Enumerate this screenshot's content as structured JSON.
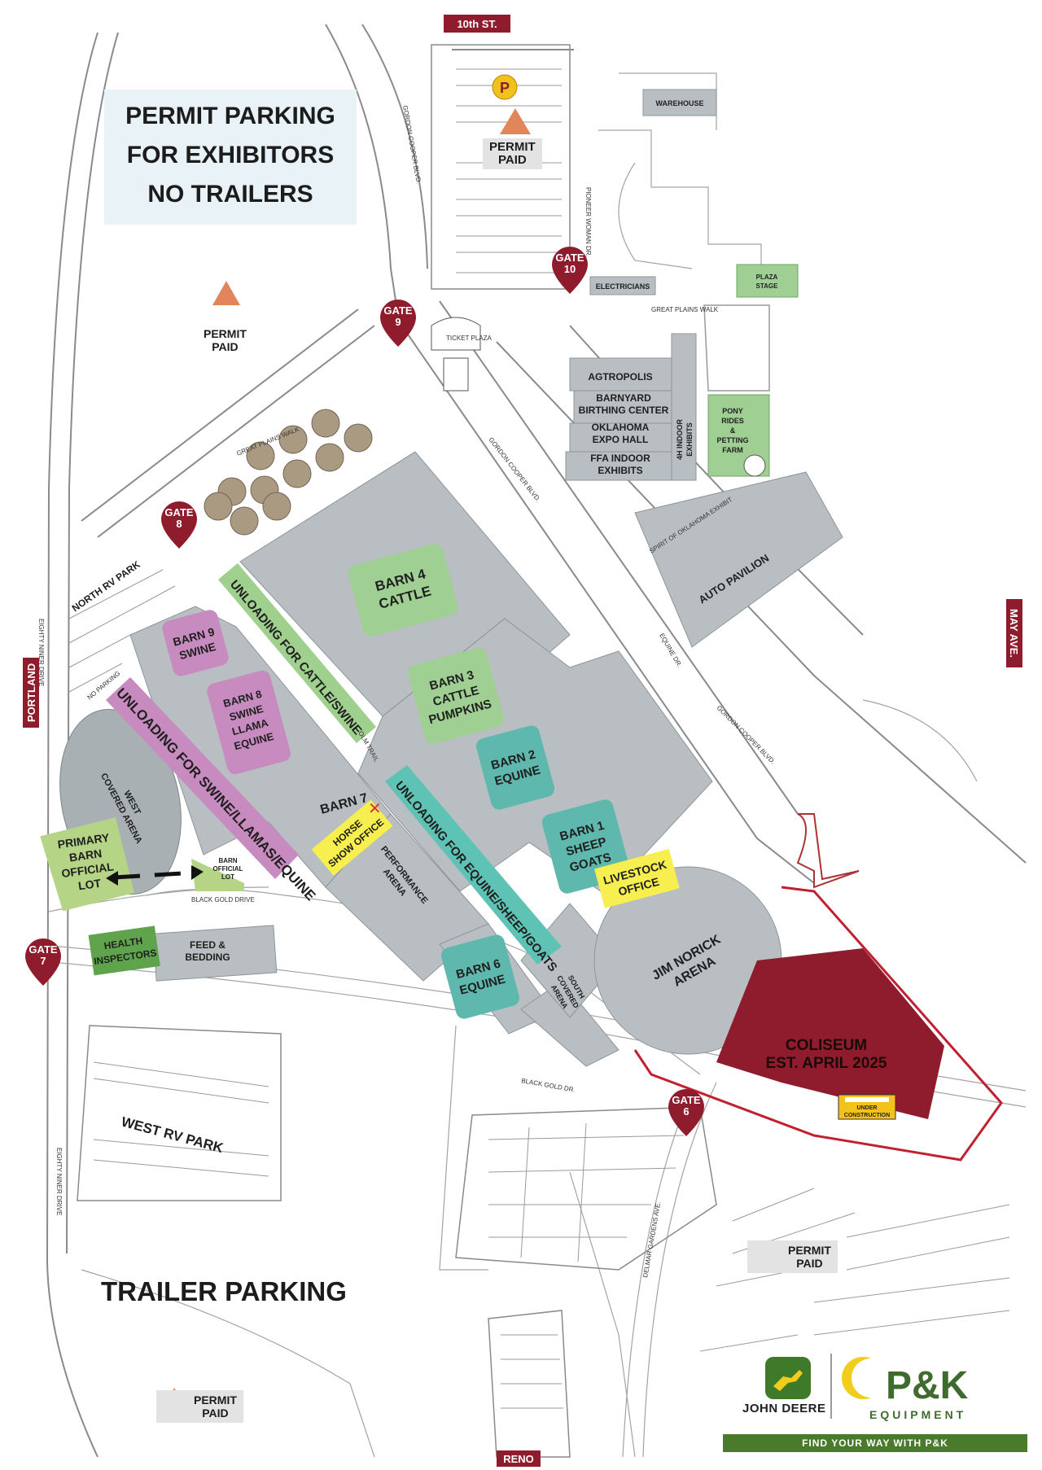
{
  "header": {
    "title_lines": [
      "PERMIT PARKING",
      "FOR EXHIBITORS",
      "NO TRAILERS"
    ]
  },
  "trailer_parking": "TRAILER PARKING",
  "streets": {
    "north": "10th ST.",
    "south": "RENO",
    "west": "PORTLAND",
    "east": "MAY AVE."
  },
  "gates": {
    "g6": [
      "GATE",
      "6"
    ],
    "g7": [
      "GATE",
      "7"
    ],
    "g8": [
      "GATE",
      "8"
    ],
    "g9": [
      "GATE",
      "9"
    ],
    "g10": [
      "GATE",
      "10"
    ]
  },
  "permit": [
    "PERMIT",
    "PAID"
  ],
  "parking_symbol": "P",
  "barns": {
    "barn4": [
      "BARN 4",
      "CATTLE"
    ],
    "barn3": [
      "BARN 3",
      "CATTLE",
      "PUMPKINS"
    ],
    "barn2": [
      "BARN 2",
      "EQUINE"
    ],
    "barn1": [
      "BARN 1",
      "SHEEP",
      "GOATS"
    ],
    "barn9": [
      "BARN 9",
      "SWINE"
    ],
    "barn8": [
      "BARN 8",
      "SWINE",
      "LLAMA",
      "EQUINE"
    ],
    "barn6": [
      "BARN 6",
      "EQUINE"
    ],
    "barn7": "BARN 7"
  },
  "unloading": {
    "cattle_swine": "UNLOADING FOR CATTLE/SWINE",
    "swine_llamas_equine": "UNLOADING FOR SWINE/LLAMAS/EQUINE",
    "equine_sheep_goats": "UNLOADING FOR EQUINE/SHEEP/GOATS"
  },
  "offices": {
    "livestock": [
      "LIVESTOCK",
      "OFFICE"
    ],
    "horse_show": [
      "HORSE",
      "SHOW OFFICE"
    ],
    "health": [
      "HEALTH",
      "INSPECTORS"
    ],
    "primary_lot": [
      "PRIMARY",
      "BARN",
      "OFFICIAL",
      "LOT"
    ],
    "barn_lot": [
      "BARN",
      "OFFICIAL",
      "LOT"
    ]
  },
  "facilities": {
    "jim_norick": [
      "JIM NORICK",
      "ARENA"
    ],
    "coliseum": [
      "COLISEUM",
      "EST. APRIL 2025"
    ],
    "under_construction": [
      "UNDER",
      "CONSTRUCTION"
    ],
    "auto_pavilion": "AUTO PAVILION",
    "agtropolis": "AGTROPOLIS",
    "barnyard": [
      "BARNYARD",
      "BIRTHING CENTER"
    ],
    "expo_hall": [
      "OKLAHOMA",
      "EXPO HALL"
    ],
    "ffa": [
      "FFA INDOOR",
      "EXHIBITS"
    ],
    "four_h": [
      "4H INDOOR",
      "EXHIBITS"
    ],
    "pony": [
      "PONY",
      "RIDES",
      "&",
      "PETTING",
      "FARM"
    ],
    "warehouse": "WAREHOUSE",
    "electricians": "ELECTRICIANS",
    "plaza_stage": [
      "PLAZA",
      "STAGE"
    ],
    "west_covered": [
      "WEST",
      "COVERED ARENA"
    ],
    "south_covered": [
      "SOUTH",
      "COVERED",
      "ARENA"
    ],
    "performance": [
      "PERFORMANCE",
      "ARENA"
    ],
    "feed_bedding": [
      "FEED &",
      "BEDDING"
    ],
    "north_rv": "NORTH RV PARK",
    "west_rv": "WEST RV PARK"
  },
  "small_labels": {
    "great_plains_walk": "GREAT PLAINS WALK",
    "great_plains_walk_nw": "GREAT PLAINS WALK",
    "black_gold_drive": "BLACK GOLD DRIVE",
    "gordon_cooper_n": "GORDON COOPER BLVD.",
    "gordon_cooper_mid": "GORDON COOPER BLVD.",
    "gordon_cooper_e": "GORDON COOPER BLVD.",
    "pioneer_woman": "PIONEER WOMAN DR.",
    "eighty_niner": "EIGHTY NINER DRIVE",
    "eighty_niner_s": "EIGHTY NINER DRIVE",
    "delmar": "DELMAR GARDENS AVE.",
    "spirit": "SPIRIT OF OKLAHOMA EXHIBIT",
    "olm_trail": "OLM TRAIL",
    "equine_dr": "EQUINE DR.",
    "ticket_plaza": "TICKET PLAZA",
    "no_parking": "NO PARKING",
    "black_gold_dr": "BLACK GOLD DR."
  },
  "logos": {
    "john_deere": "JOHN DEERE",
    "pk": "P&K",
    "pk_sub": "EQUIPMENT",
    "tagline": "FIND YOUR WAY WITH P&K"
  },
  "colors": {
    "gate": "#8f1c2c",
    "barn_green": "#9fcf93",
    "barn_teal": "#5fb8ad",
    "barn_purple": "#c78bc0",
    "unload_green": "#9fd08e",
    "unload_purple": "#c78bc0",
    "unload_teal": "#5ec3b5",
    "office_yellow": "#f7ef4f",
    "coliseum": "#8f1c2c",
    "permit_triangle": "#e0865a"
  }
}
